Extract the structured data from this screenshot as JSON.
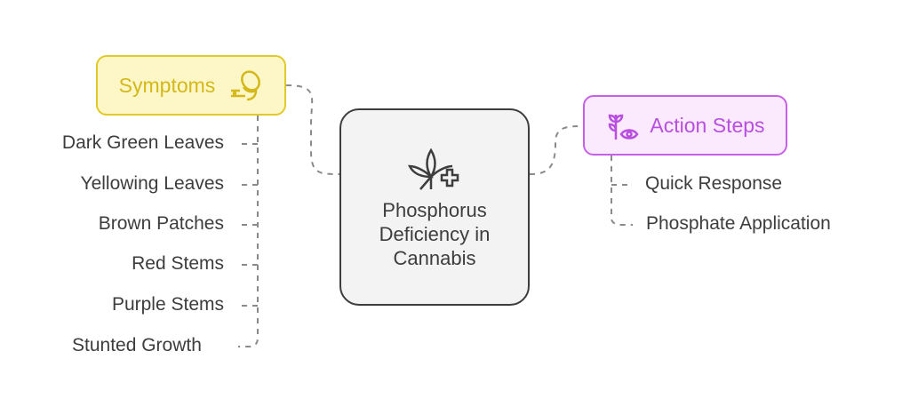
{
  "center": {
    "lines": [
      "Phosphorus",
      "Deficiency in",
      "Cannabis"
    ]
  },
  "symptoms": {
    "label": "Symptoms",
    "items": [
      "Dark Green Leaves",
      "Yellowing Leaves",
      "Brown Patches",
      "Red Stems",
      "Purple Stems",
      "Stunted Growth"
    ]
  },
  "actions": {
    "label": "Action Steps",
    "items": [
      "Quick Response",
      "Phosphate Application"
    ]
  },
  "colors": {
    "symptoms": "#e2c928",
    "actions": "#c760e8",
    "center": "#3d3d3d"
  }
}
